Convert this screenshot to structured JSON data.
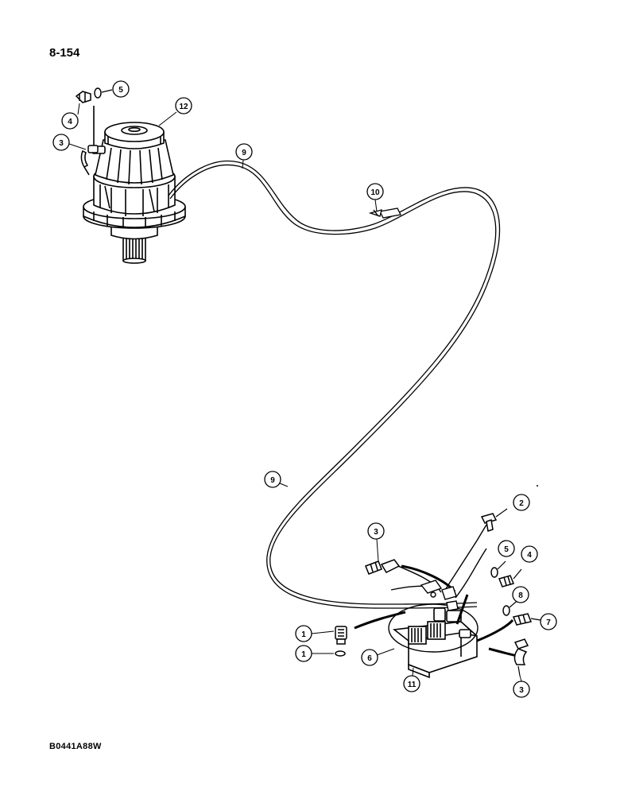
{
  "page_number": "8-154",
  "footer_code": "B0441A88W",
  "callouts": {
    "motor": "12",
    "top_oring": "5",
    "top_adapter": "4",
    "top_elbow": "3",
    "hose_upper": "9",
    "clamp": "10",
    "hose_lower": "9",
    "tee_fitting": "2",
    "lower_elbow_left": "3",
    "lower_oring_a": "5",
    "lower_adapter_a": "4",
    "lower_oring_b": "8",
    "lower_adapter_b": "7",
    "lower_elbow_right": "3",
    "plug_connector": "1",
    "plug_oring": "1",
    "valve_block": "6",
    "valve_assembly": "11"
  }
}
